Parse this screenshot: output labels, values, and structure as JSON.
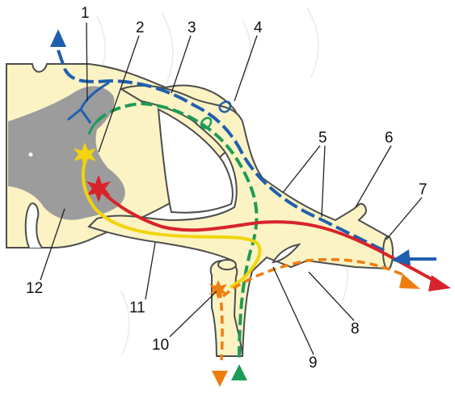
{
  "labels": {
    "n1": "1",
    "n2": "2",
    "n3": "3",
    "n4": "4",
    "n5": "5",
    "n6": "6",
    "n7": "7",
    "n8": "8",
    "n9": "9",
    "n10": "10",
    "n11": "11",
    "n12": "12"
  },
  "colors": {
    "nerve_fill": "#fbf3c4",
    "outline": "#4d4d4d",
    "gray_matter": "#9c9c9c",
    "blue": "#1f5fae",
    "green": "#1e9b57",
    "red": "#d8232a",
    "yellow": "#f1d40c",
    "orange": "#ee7d0f"
  }
}
